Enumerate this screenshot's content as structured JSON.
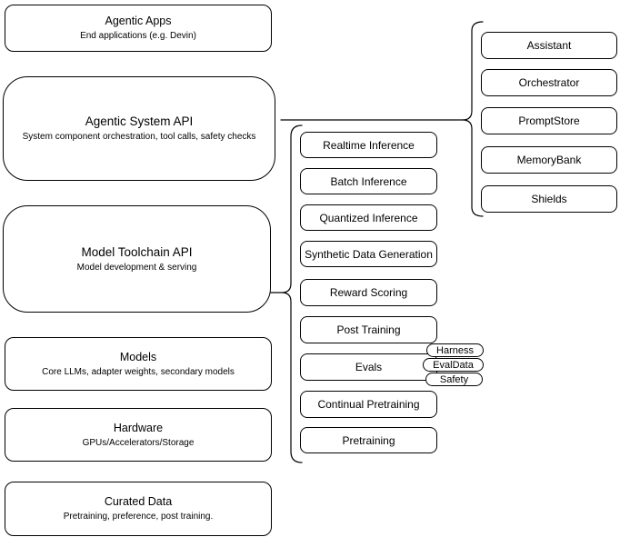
{
  "diagram": {
    "colors": {
      "stroke": "#000000",
      "background": "#ffffff",
      "text": "#000000"
    },
    "left_stack": [
      {
        "title": "Agentic Apps",
        "subtitle": "End applications (e.g. Devin)"
      },
      {
        "title": "Agentic System API",
        "subtitle": "System component orchestration, tool calls, safety checks"
      },
      {
        "title": "Model Toolchain API",
        "subtitle": "Model development & serving"
      },
      {
        "title": "Models",
        "subtitle": "Core LLMs, adapter weights, secondary models"
      },
      {
        "title": "Hardware",
        "subtitle": "GPUs/Accelerators/Storage"
      },
      {
        "title": "Curated Data",
        "subtitle": "Pretraining, preference, post training."
      }
    ],
    "toolchain_services": [
      {
        "label": "Realtime Inference"
      },
      {
        "label": "Batch Inference"
      },
      {
        "label": "Quantized Inference"
      },
      {
        "label": "Synthetic Data Generation"
      },
      {
        "label": "Reward Scoring"
      },
      {
        "label": "Post Training"
      },
      {
        "label": "Evals"
      },
      {
        "label": "Continual Pretraining"
      },
      {
        "label": "Pretraining"
      }
    ],
    "evals_badges": [
      "Harness",
      "EvalData",
      "Safety"
    ],
    "system_components": [
      "Assistant",
      "Orchestrator",
      "PromptStore",
      "MemoryBank",
      "Shields"
    ]
  }
}
